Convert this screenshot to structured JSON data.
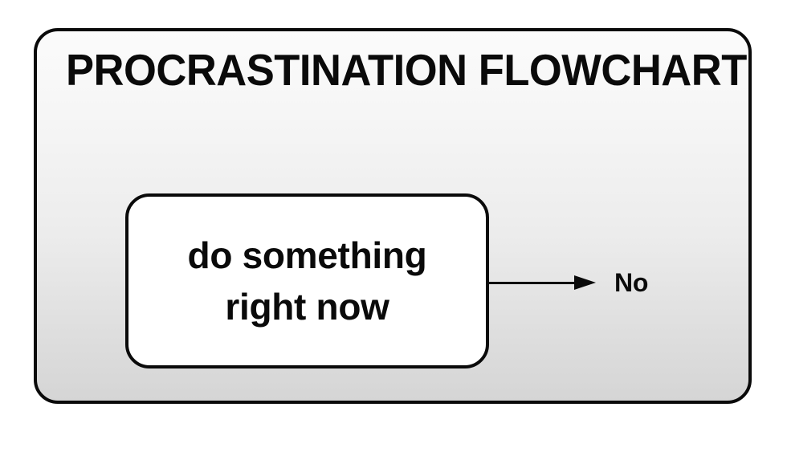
{
  "panel": {
    "title": "PROCRASTINATION FLOWCHART",
    "border_color": "#0a0a0a",
    "background_gradient_top": "#fbfbfb",
    "background_gradient_bottom": "#d5d5d5"
  },
  "flowchart": {
    "nodes": [
      {
        "id": "do-something-right-now",
        "shape": "rounded-rectangle",
        "label": "do something\nright now",
        "fill": "#ffffff",
        "border_color": "#0a0a0a"
      }
    ],
    "edges": [
      {
        "id": "edge-no",
        "from": "do-something-right-now",
        "to": null,
        "label": "No",
        "direction": "right",
        "style": "solid-arrow",
        "color": "#0a0a0a"
      }
    ]
  },
  "icons": {
    "arrow": "arrow-right-icon"
  }
}
